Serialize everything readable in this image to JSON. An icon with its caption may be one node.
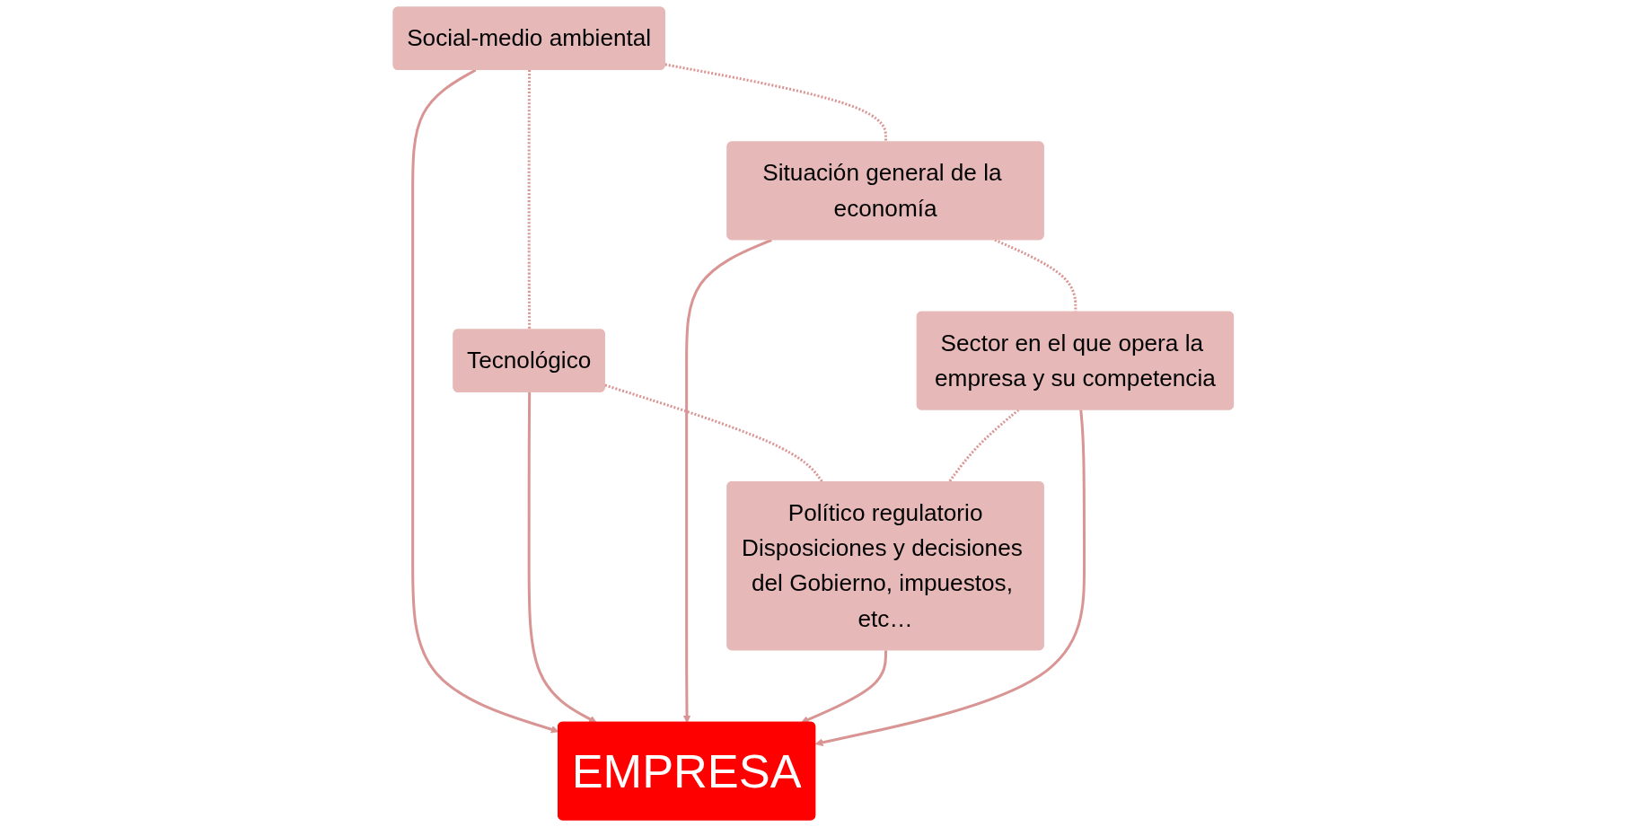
{
  "diagram": {
    "nodes": [
      {
        "text": [
          "Social-medio ambiental"
        ]
      },
      {
        "text": [
          "Tecnológico"
        ]
      },
      {
        "text": [
          "EMPRESA"
        ]
      },
      {
        "text": [
          "Situación general de la economía"
        ]
      },
      {
        "text": [
          "Político regulatorio",
          "Disposiciones y decisiones del Gobierno, impuestos, etc…"
        ]
      },
      {
        "text": [
          "Sector en el que opera la empresa y su competencia"
        ]
      }
    ],
    "edges": [
      {
        "from": 0,
        "to": 1,
        "arrow": "none",
        "style": "dashed"
      },
      {
        "from": 0,
        "to": 2,
        "arrow": "to"
      },
      {
        "from": 1,
        "to": 2,
        "arrow": "to"
      },
      {
        "from": 0,
        "to": 3,
        "arrow": "none",
        "style": "dashed"
      },
      {
        "from": 1,
        "to": 4,
        "arrow": "none",
        "style": "dashed"
      },
      {
        "from": 3,
        "to": 2,
        "arrow": "to"
      },
      {
        "from": 4,
        "to": 2,
        "arrow": "to"
      },
      {
        "from": 5,
        "to": 2,
        "arrow": "to"
      },
      {
        "from": 3,
        "to": 5,
        "arrow": "none",
        "style": "dashed"
      },
      {
        "from": 5,
        "to": 4,
        "arrow": "none",
        "style": "dashed"
      }
    ]
  }
}
